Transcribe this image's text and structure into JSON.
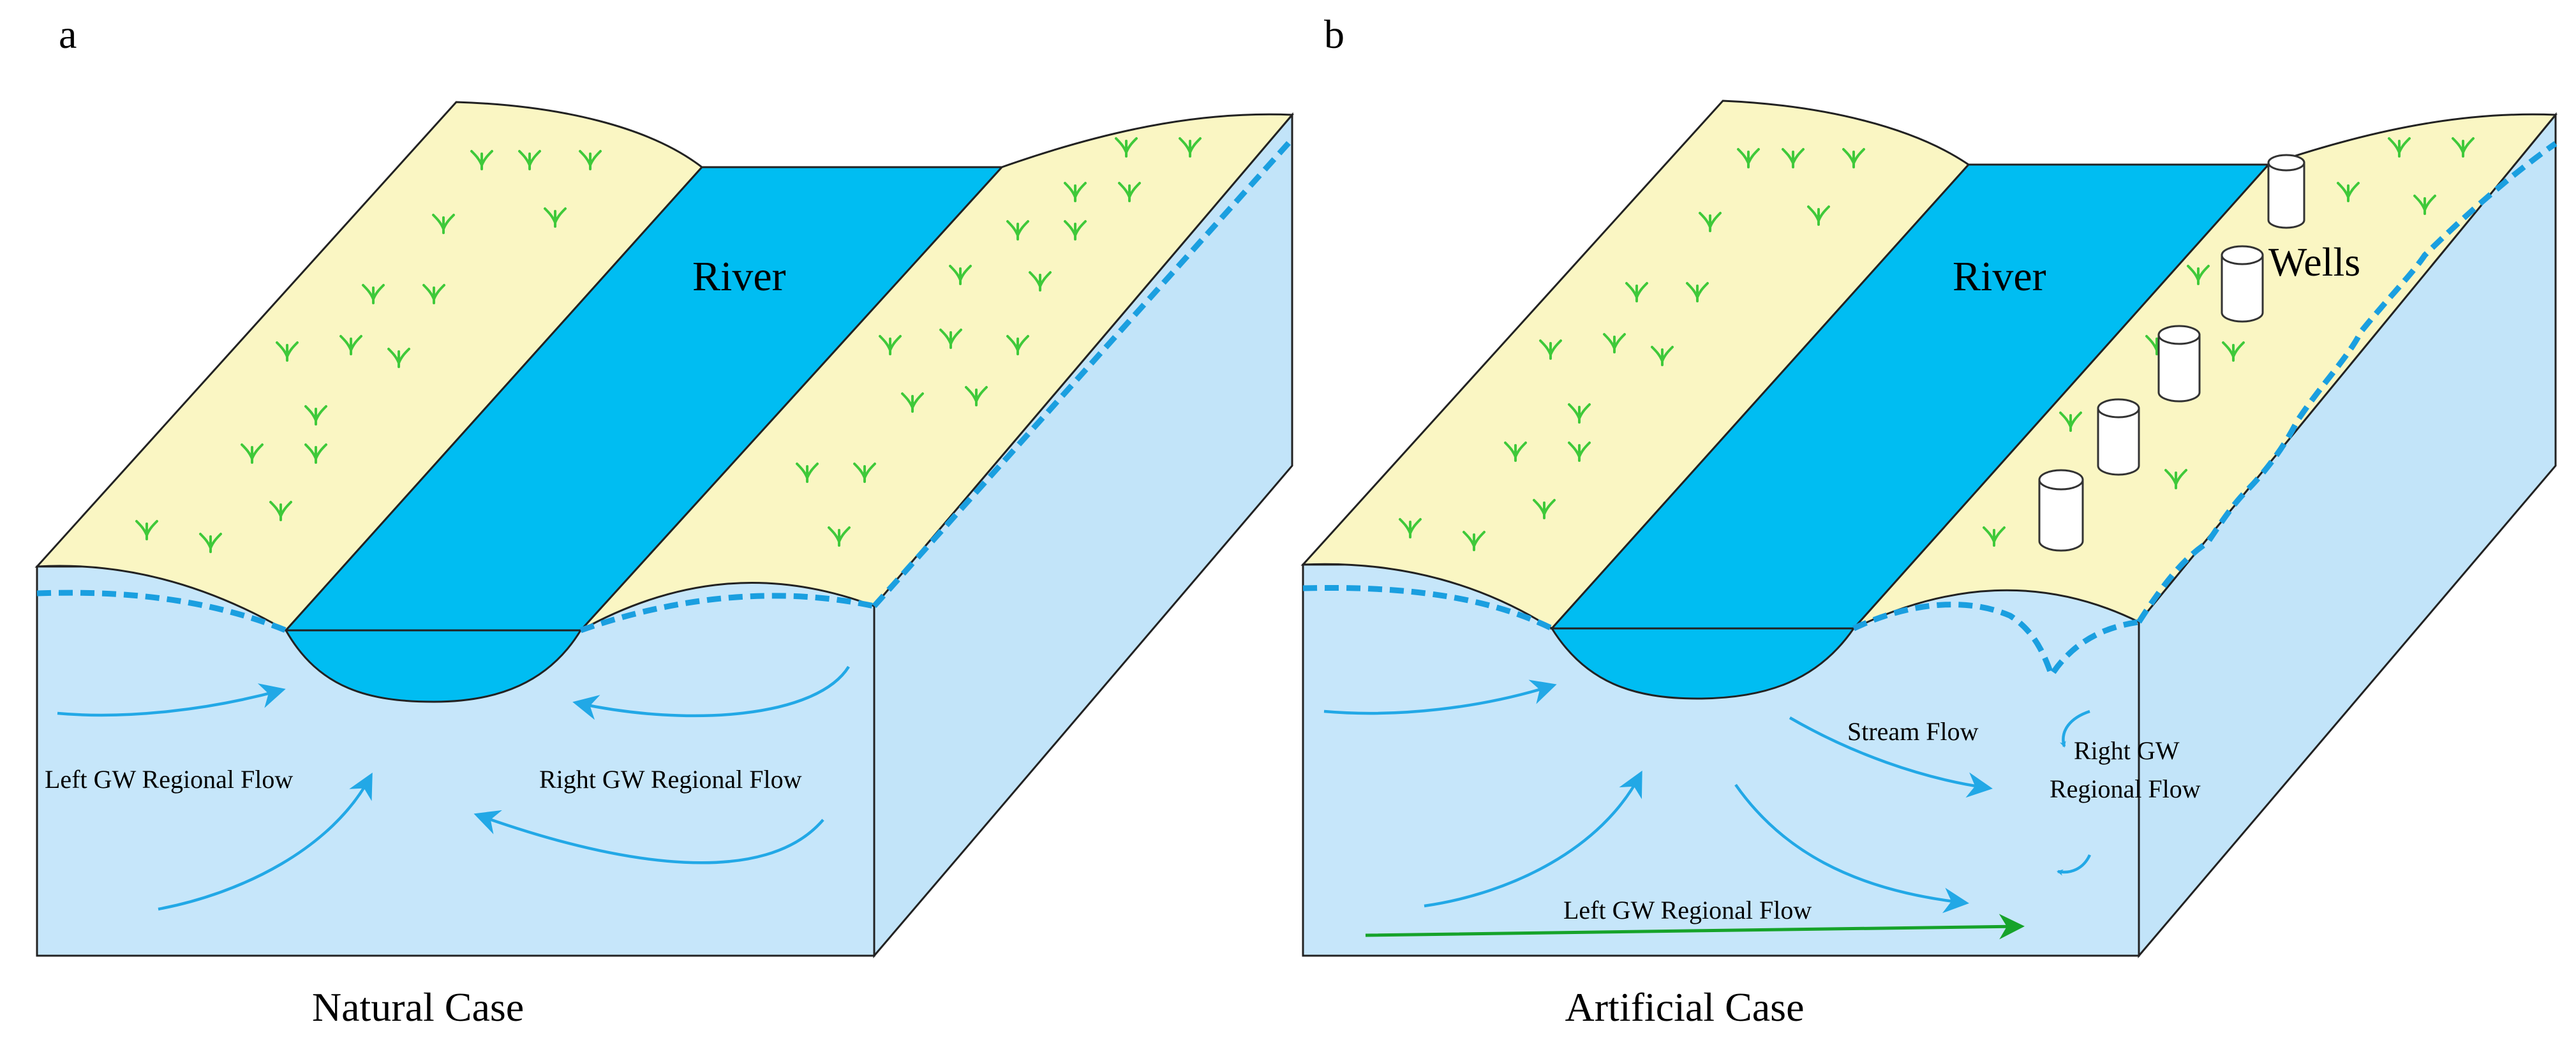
{
  "panels": [
    {
      "id": "a",
      "letter": "a",
      "river_label": "River",
      "left_flow_label": "Left GW Regional Flow",
      "right_flow_label": "Right GW Regional Flow",
      "caption": "Natural Case"
    },
    {
      "id": "b",
      "letter": "b",
      "river_label": "River",
      "wells_label": "Wells",
      "stream_flow_label": "Stream Flow",
      "right_flow_label_line1": "Right GW",
      "right_flow_label_line2": "Regional Flow",
      "left_flow_label": "Left GW Regional Flow",
      "caption": "Artificial Case"
    }
  ],
  "colors": {
    "aquifer": "#c6e6fa",
    "bank": "#faf6c3",
    "river": "#00bdf2",
    "water_table": "#1a9fe0",
    "flow_arrow": "#22a8e6",
    "regional_arrow_b": "#16a32a",
    "vegetation": "#3fc93a"
  },
  "icons": [
    "vegetation-icon",
    "well-icon",
    "flow-arrow-icon",
    "water-table-line"
  ]
}
